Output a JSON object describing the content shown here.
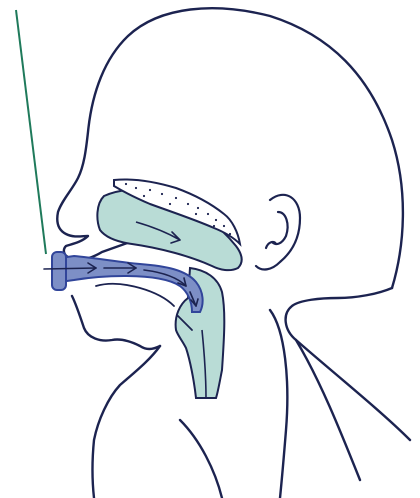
{
  "figure": {
    "colors": {
      "outline": "#1c2350",
      "airway_fill": "#b9dcd6",
      "device_fill": "#7d8fc6",
      "device_dark": "#31459a",
      "pointer_line": "#1f7a5b",
      "bone_fill": "#ffffff"
    },
    "icons": [
      "infant-head-profile",
      "nasal-cavity",
      "oral-airway-device",
      "airflow-arrows",
      "trachea",
      "ear",
      "pointer-line"
    ]
  }
}
